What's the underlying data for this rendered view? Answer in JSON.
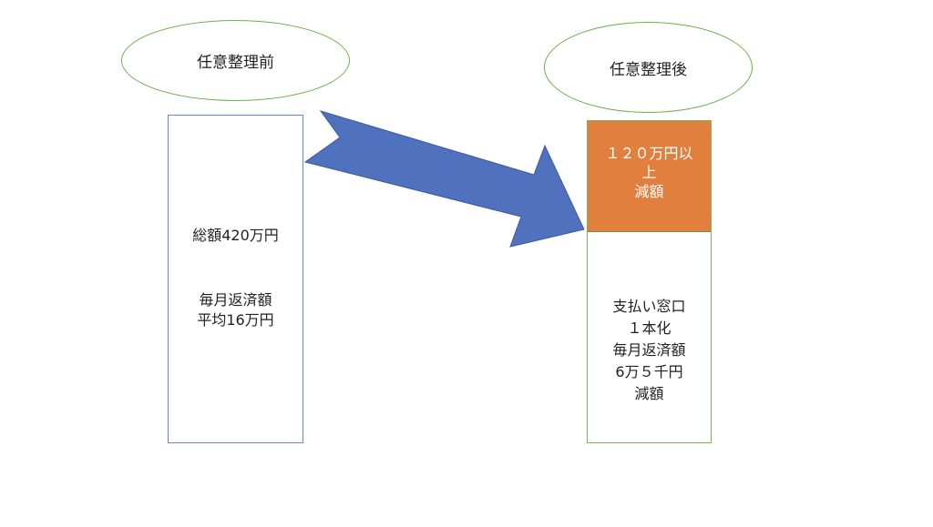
{
  "before": {
    "title": "任意整理前",
    "total": "総額420万円",
    "monthly_line1": "毎月返済額",
    "monthly_line2": "平均16万円"
  },
  "after": {
    "title": "任意整理後",
    "reduction_line1": "１２０万円以",
    "reduction_line2": "上",
    "reduction_line3": "減額",
    "details": [
      "支払い窓口",
      "１本化",
      "毎月返済額",
      "6万５千円",
      "減額"
    ]
  },
  "colors": {
    "arrow": "#4f71be",
    "reduction_box": "#e07f3e",
    "ellipse_border": "#6fae46",
    "before_box_border": "#6a86c4",
    "after_box_border": "#7cb356"
  }
}
